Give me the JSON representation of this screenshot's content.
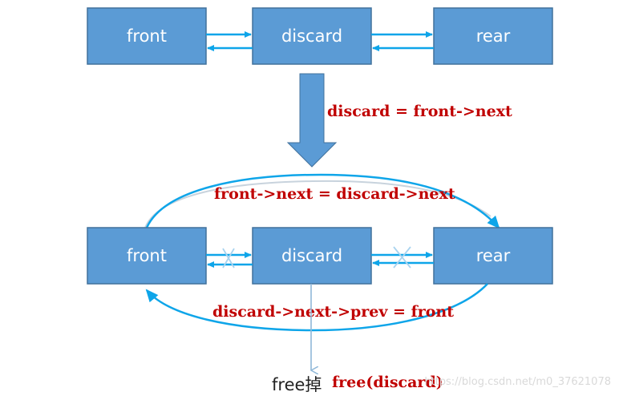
{
  "nodes": {
    "top": {
      "front": "front",
      "discard": "discard",
      "rear": "rear"
    },
    "bottom": {
      "front": "front",
      "discard": "discard",
      "rear": "rear"
    }
  },
  "steps": {
    "step1": "discard = front->next",
    "step2": "front->next = discard->next",
    "step3": "discard->next->prev = front",
    "step4_prefix": "free掉",
    "step4": "free(discard)"
  },
  "watermark": "https://blog.csdn.net/m0_37621078",
  "colors": {
    "node_fill": "#5b9bd5",
    "node_border": "#41719c",
    "link": "#0ea5e9",
    "code_text": "#c00000",
    "big_arrow": "#5b9bd5"
  }
}
